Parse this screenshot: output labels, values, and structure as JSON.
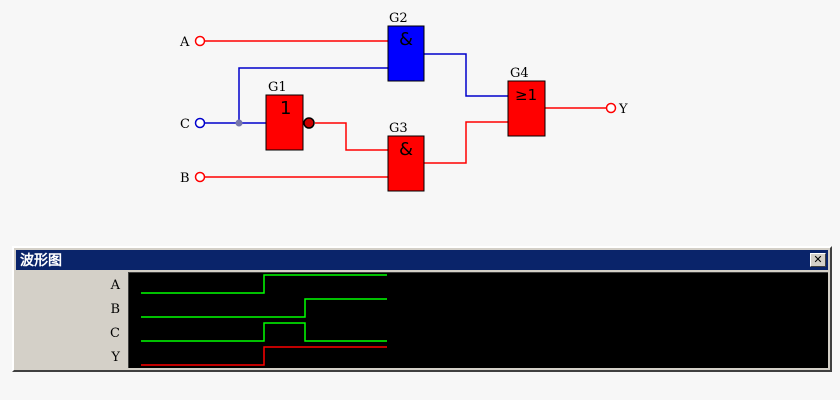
{
  "schematic": {
    "inputs": {
      "a": "A",
      "c": "C",
      "b": "B"
    },
    "output": {
      "y": "Y"
    },
    "gates": {
      "g1": {
        "name": "G1",
        "symbol": "1",
        "type": "NOT",
        "color": "#ff0000"
      },
      "g2": {
        "name": "G2",
        "symbol": "&",
        "type": "AND",
        "color": "#0000ff"
      },
      "g3": {
        "name": "G3",
        "symbol": "&",
        "type": "AND",
        "color": "#ff0000"
      },
      "g4": {
        "name": "G4",
        "symbol": "≥1",
        "type": "OR",
        "color": "#ff0000"
      }
    },
    "wire_high_color": "#ff0000",
    "wire_low_color": "#0000ff"
  },
  "waveform_window": {
    "title": "波形图",
    "close_label": "✕",
    "signals": [
      {
        "name": "A",
        "color": "#00ff00",
        "levels": [
          0,
          0,
          0,
          1,
          1,
          1
        ]
      },
      {
        "name": "B",
        "color": "#00ff00",
        "levels": [
          0,
          0,
          0,
          0,
          1,
          1
        ]
      },
      {
        "name": "C",
        "color": "#00ff00",
        "levels": [
          0,
          0,
          0,
          1,
          0,
          0
        ]
      },
      {
        "name": "Y",
        "color": "#ff0000",
        "levels": [
          0,
          0,
          0,
          1,
          1,
          1
        ]
      }
    ]
  }
}
